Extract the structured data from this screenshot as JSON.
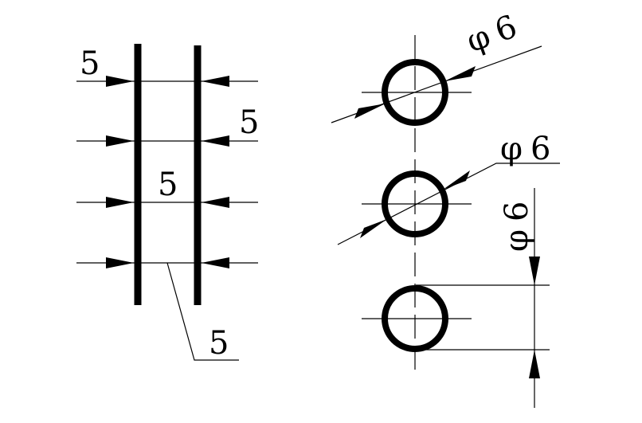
{
  "drawing": {
    "colors": {
      "ink": "#000000",
      "background": "#ffffff"
    },
    "left_group": {
      "labels": [
        "5",
        "5",
        "5",
        "5"
      ]
    },
    "right_group": {
      "diameter_symbol": "φ",
      "labels": [
        "6",
        "6",
        "6"
      ]
    }
  }
}
